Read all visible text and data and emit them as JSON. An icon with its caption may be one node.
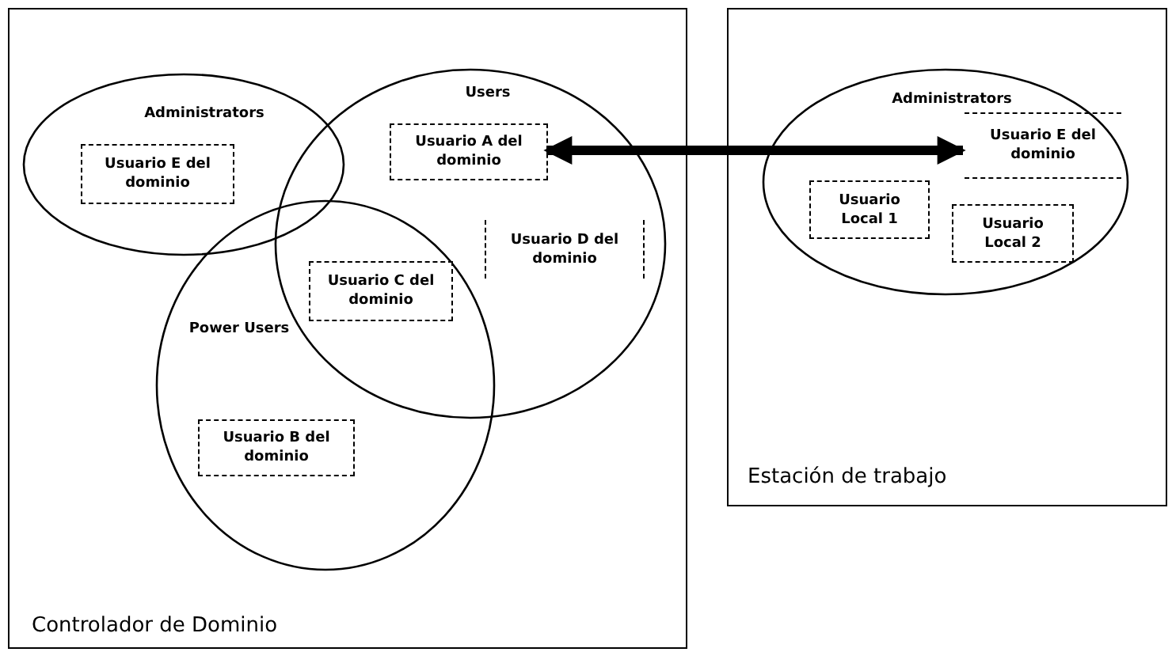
{
  "diagram": {
    "nodes": [
      {
        "text": [
          "Controlador de Dominio"
        ]
      },
      {
        "text": [
          "Administrators"
        ],
        "in": 0
      },
      {
        "text": [
          "Usuario E del dominio"
        ],
        "in": 1
      },
      {
        "text": [
          "Users"
        ],
        "in": 0
      },
      {
        "text": [
          "Usuario A del dominio"
        ],
        "in": 3
      },
      {
        "text": [
          "Usuario D del dominio"
        ],
        "in": 3
      },
      {
        "text": [
          "Power Users"
        ],
        "in": 0
      },
      {
        "text": [
          "Usuario C del dominio"
        ]
      },
      {
        "text": [
          "Usuario B del dominio"
        ],
        "in": 6
      },
      {
        "text": [
          "Estación de trabajo"
        ]
      },
      {
        "text": [
          "Administrators"
        ],
        "in": 9
      },
      {
        "text": [
          "Usuario E del dominio"
        ],
        "in": 10
      },
      {
        "text": [
          "Usuario Local 1"
        ],
        "in": 10
      },
      {
        "text": [
          "Usuario Local 2"
        ],
        "in": 10
      }
    ],
    "edges": [
      {
        "from": 4,
        "to": 11,
        "arrow": "both"
      }
    ]
  }
}
